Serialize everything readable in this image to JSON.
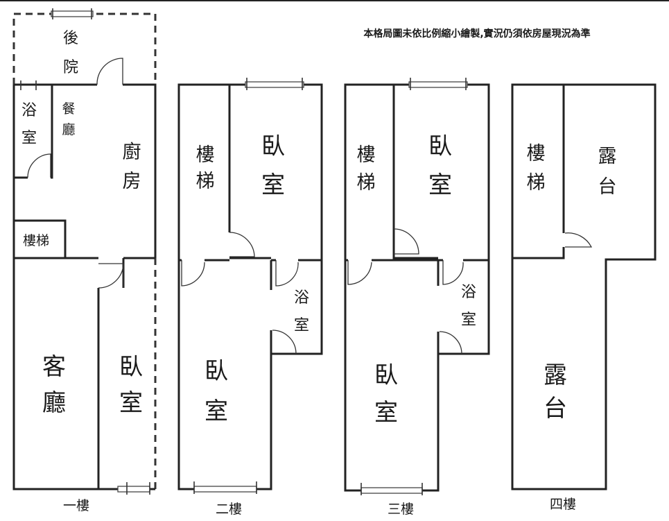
{
  "note": "本格局圖未依比例縮小繪製,實況仍須依房屋現況為準",
  "floors": [
    {
      "label": "一樓",
      "rooms": {
        "backyard": [
          "後",
          "院"
        ],
        "bath": [
          "浴",
          "室"
        ],
        "dining": [
          "餐",
          "廳"
        ],
        "kitchen": [
          "廚",
          "房"
        ],
        "stairs": "樓梯",
        "living": [
          "客",
          "廳"
        ],
        "bedroom": [
          "臥",
          "室"
        ]
      }
    },
    {
      "label": "二樓",
      "rooms": {
        "stairs": [
          "樓",
          "梯"
        ],
        "bedroom_back": [
          "臥",
          "室"
        ],
        "bath": [
          "浴",
          "室"
        ],
        "bedroom_front": [
          "臥",
          "室"
        ]
      }
    },
    {
      "label": "三樓",
      "rooms": {
        "stairs": [
          "樓",
          "梯"
        ],
        "bedroom_back": [
          "臥",
          "室"
        ],
        "bath": [
          "浴",
          "室"
        ],
        "bedroom_front": [
          "臥",
          "室"
        ]
      }
    },
    {
      "label": "四樓",
      "rooms": {
        "stairs": [
          "樓",
          "梯"
        ],
        "terrace_back": [
          "露",
          "台"
        ],
        "terrace_front": [
          "露",
          "台"
        ]
      }
    }
  ]
}
